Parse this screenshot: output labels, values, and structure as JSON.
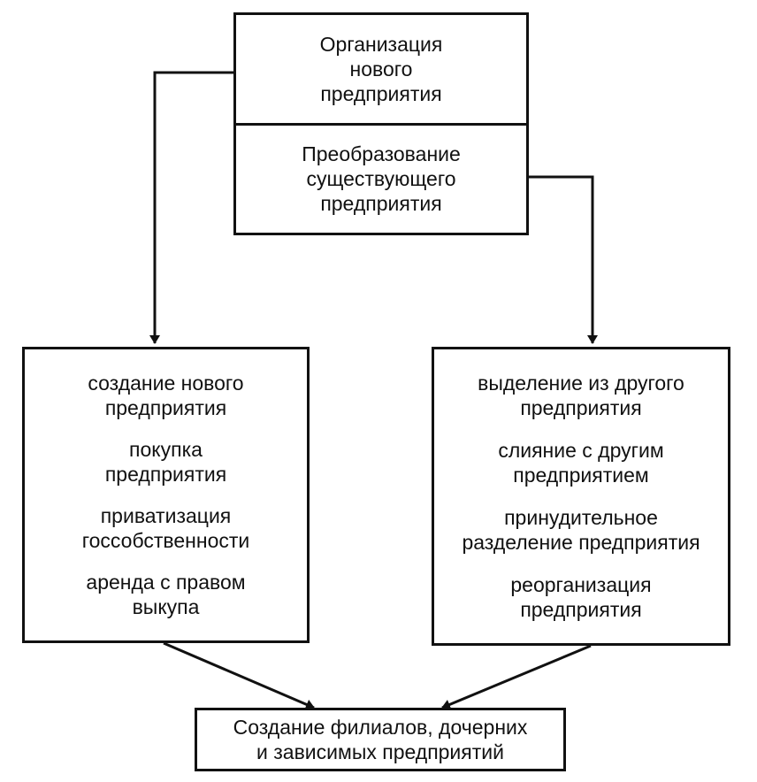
{
  "top_box": {
    "organization": "Организация\nнового\nпредприятия",
    "transformation": "Преобразование\nсуществующего\nпредприятия"
  },
  "left_box": {
    "items": [
      "создание нового\nпредприятия",
      "покупка\nпредприятия",
      "приватизация\nгоссобственности",
      "аренда с правом\nвыкупа"
    ]
  },
  "right_box": {
    "items": [
      "выделение из другого\nпредприятия",
      "слияние с другим\nпредприятием",
      "принудительное\nразделение предприятия",
      "реорганизация\nпредприятия"
    ]
  },
  "bottom_box": {
    "label": "Создание филиалов, дочерних\nи зависимых предприятий"
  }
}
